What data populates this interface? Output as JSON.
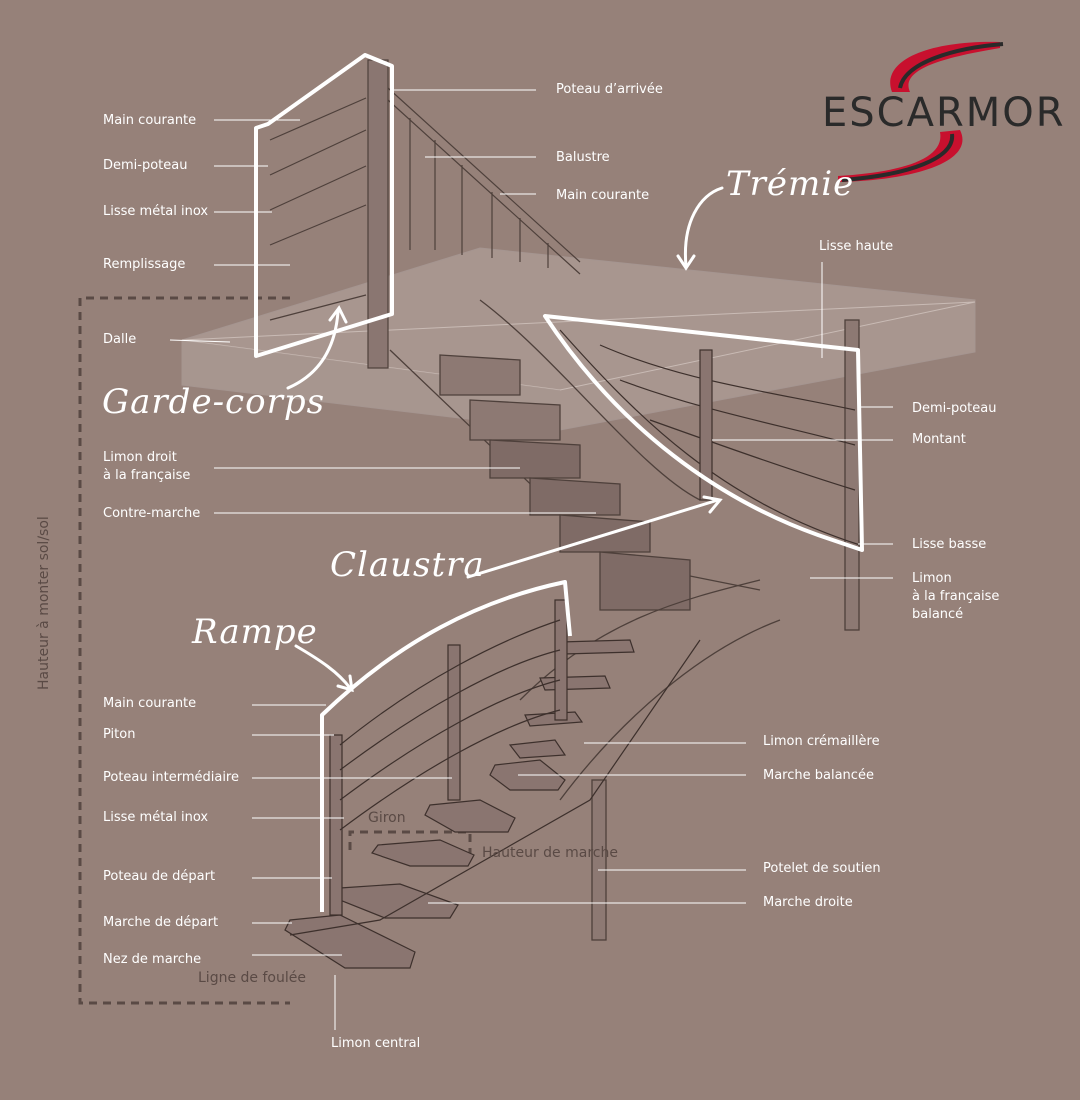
{
  "brand": {
    "name": "ESCARMOR",
    "accent": "#c8102e",
    "dark": "#2a2a2a"
  },
  "colors": {
    "background": "#968179",
    "line": "#ffffff",
    "dark_text": "#5a4a45"
  },
  "callouts": {
    "garde_corps": "Garde-corps",
    "tremie": "Trémie",
    "claustra": "Claustra",
    "rampe": "Rampe"
  },
  "labels": {
    "main_courante_top": "Main courante",
    "demi_poteau_left": "Demi-poteau",
    "lisse_metal_inox_top": "Lisse métal inox",
    "remplissage": "Remplissage",
    "dalle": "Dalle",
    "limon_droit": "Limon droit\nà la française",
    "contre_marche": "Contre-marche",
    "poteau_arrivee": "Poteau d’arrivée",
    "balustre": "Balustre",
    "main_courante_right": "Main courante",
    "lisse_haute": "Lisse haute",
    "demi_poteau_right": "Demi-poteau",
    "montant": "Montant",
    "lisse_basse": "Lisse basse",
    "limon_balance": "Limon\nà la française\nbalancé",
    "main_courante_bottom": "Main courante",
    "piton": "Piton",
    "poteau_intermediaire": "Poteau intermédiaire",
    "lisse_metal_inox_bottom": "Lisse métal inox",
    "poteau_depart": "Poteau de départ",
    "marche_depart": "Marche de départ",
    "nez_marche": "Nez de marche",
    "limon_central": "Limon central",
    "limon_cremaillere": "Limon crémaillère",
    "marche_balancee": "Marche balancée",
    "potelet_soutien": "Potelet de soutien",
    "marche_droite": "Marche droite"
  },
  "dimensions": {
    "giron": "Giron",
    "hauteur_marche": "Hauteur de marche",
    "ligne_foulee": "Ligne de foulée",
    "hauteur_a_monter": "Hauteur à monter sol/sol"
  }
}
